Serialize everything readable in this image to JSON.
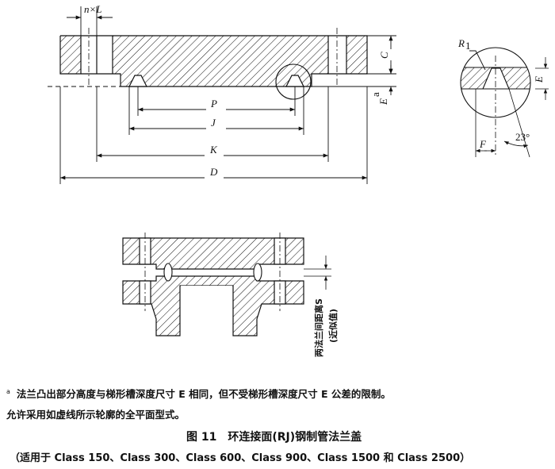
{
  "labels": {
    "nxL": "n×L",
    "C": "C",
    "E_star": "E",
    "E_asterisk": "a",
    "P": "P",
    "J": "J",
    "K": "K",
    "D": "D",
    "R1": "R",
    "R1_sub": "1",
    "E_detail": "E",
    "F": "F",
    "angle": "23°",
    "distance_label": "两法兰间距离S",
    "approx_label": "(近似值)"
  },
  "notes": {
    "footnote_mark": "a",
    "footnote_text": "法兰凸出部分高度与梯形槽深度尺寸 E 相同，但不受梯形槽深度尺寸 E 公差的限制。",
    "note2": "允许采用如虚线所示轮廓的全平面型式。"
  },
  "caption": {
    "title": "图 11　环连接面(RJ)钢制管法兰盖",
    "subtitle": "（适用于 Class 150、Class 300、Class 600、Class 900、Class 1500 和 Class 2500）"
  }
}
